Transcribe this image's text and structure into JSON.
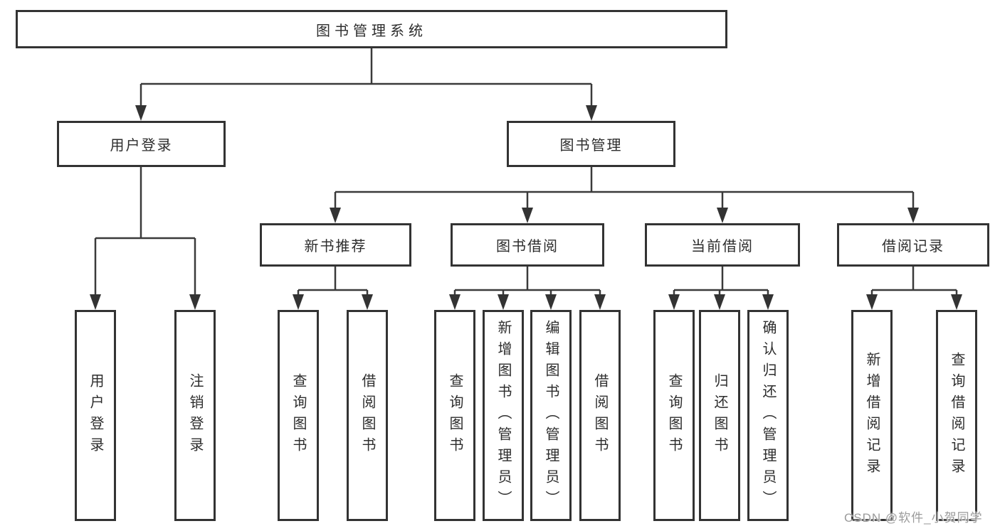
{
  "diagram": {
    "root": "图书管理系统",
    "level1": {
      "user_login": {
        "label": "用户登录",
        "children": [
          "用户登录",
          "注销登录"
        ]
      },
      "book_mgmt": {
        "label": "图书管理"
      }
    },
    "level2": {
      "new_books": {
        "label": "新书推荐",
        "children": [
          "查询图书",
          "借阅图书"
        ]
      },
      "book_borrow": {
        "label": "图书借阅",
        "children": [
          "查询图书",
          "新增图书（管理员）",
          "编辑图书（管理员）",
          "借阅图书"
        ]
      },
      "current_borrow": {
        "label": "当前借阅",
        "children": [
          "查询图书",
          "归还图书",
          "确认归还（管理员）"
        ]
      },
      "borrow_records": {
        "label": "借阅记录",
        "children": [
          "新增借阅记录",
          "查询借阅记录"
        ]
      }
    }
  },
  "watermark": {
    "text": "CSDN @软件_小贺同学"
  },
  "colors": {
    "background": "#ffffff",
    "line": "#3a3a3a",
    "border": "#333333",
    "text": "#2d2d2d",
    "watermark": "#9b9b9b"
  }
}
